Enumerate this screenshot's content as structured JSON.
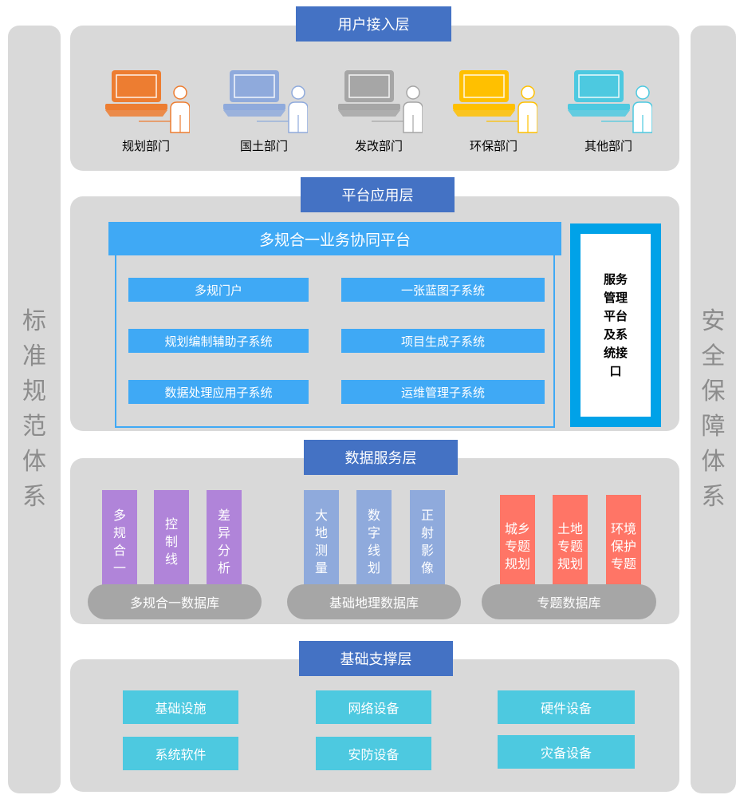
{
  "left_side": {
    "chars": [
      "标",
      "准",
      "规",
      "范",
      "体",
      "系"
    ]
  },
  "right_side": {
    "chars": [
      "安",
      "全",
      "保",
      "障",
      "体",
      "系"
    ]
  },
  "user_layer": {
    "title": "用户接入层",
    "users": [
      {
        "label": "规划部门",
        "color": "#ed7d31"
      },
      {
        "label": "国土部门",
        "color": "#8faadc"
      },
      {
        "label": "发改部门",
        "color": "#a6a6a6"
      },
      {
        "label": "环保部门",
        "color": "#ffc000"
      },
      {
        "label": "其他部门",
        "color": "#4dc9e0"
      }
    ]
  },
  "platform_layer": {
    "title": "平台应用层",
    "platform": "多规合一业务协同平台",
    "subsystems": [
      "多规门户",
      "一张蓝图子系统",
      "规划编制辅助子系统",
      "项目生成子系统",
      "数据处理应用子系统",
      "运维管理子系统"
    ],
    "service": "服务管理平台及系统接口"
  },
  "data_layer": {
    "title": "数据服务层",
    "groups": [
      {
        "name": "多规合一数据库",
        "color": "#b084d9",
        "items": [
          "多规合一",
          "控制线",
          "差异分析"
        ]
      },
      {
        "name": "基础地理数据库",
        "color": "#8faadc",
        "items": [
          "大地测量",
          "数字线划",
          "正射影像"
        ]
      },
      {
        "name": "专题数据库",
        "color": "#ff7566",
        "items": [
          "城乡专题规划",
          "土地专题规划",
          "环境保护专题"
        ]
      }
    ]
  },
  "support_layer": {
    "title": "基础支撑层",
    "items": [
      "基础设施",
      "网络设备",
      "硬件设备",
      "系统软件",
      "安防设备",
      "灾备设备"
    ]
  }
}
